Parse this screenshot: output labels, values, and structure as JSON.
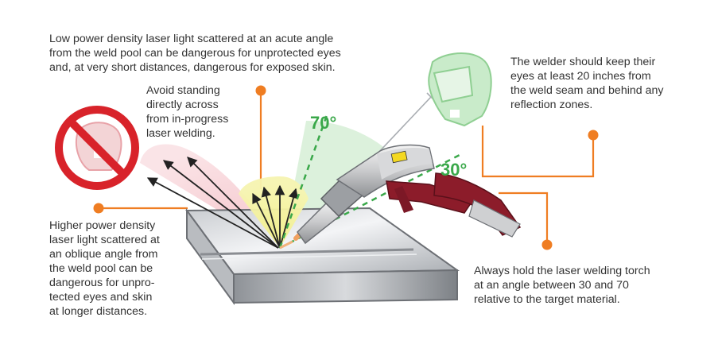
{
  "colors": {
    "accent": "#ef7d22",
    "angle_green": "#3aa84a",
    "prohibit_red": "#d8232a",
    "torch_red": "#8c1c2a",
    "high_power_zone": "#f6c9cf",
    "low_power_zone": "#f2f08a",
    "safe_zone": "#d8efd8"
  },
  "annotations": {
    "low_power": [
      "Low power density laser light scattered at an acute angle",
      "from the weld pool can be dangerous for unprotected eyes",
      "and, at very short distances, dangerous for exposed skin."
    ],
    "avoid_standing": [
      "Avoid standing",
      "directly across",
      "from in-progress",
      "laser welding."
    ],
    "high_power": [
      "Higher power density",
      "laser light scattered at",
      "an oblique angle from",
      "the weld pool can be",
      "dangerous for unpro-",
      "tected eyes and skin",
      "at longer distances."
    ],
    "welder_eyes": [
      "The welder should keep their",
      "eyes at least 20 inches from",
      "the weld seam and behind any",
      "reflection zones."
    ],
    "torch_angle": [
      "Always hold the laser welding torch",
      "at an angle between 30 and 70",
      "relative to the target material."
    ]
  },
  "angles": {
    "upper": "70°",
    "lower": "30°"
  },
  "icons": {
    "prohibited": "no-face-shield-icon",
    "safe_position": "welder-head-icon",
    "torch": "laser-welding-torch-icon"
  }
}
